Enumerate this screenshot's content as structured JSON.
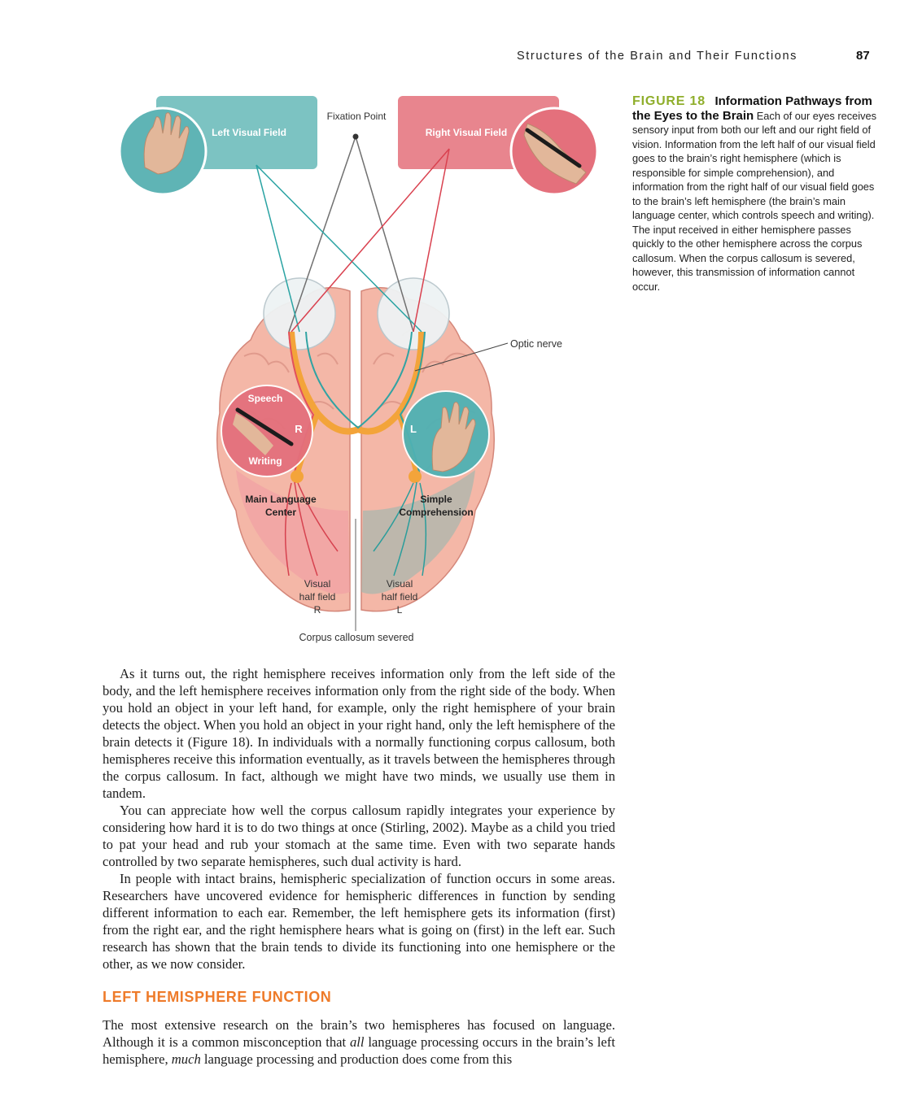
{
  "header": {
    "running_title": "Structures of the Brain and Their Functions",
    "page_number": "87"
  },
  "figure": {
    "left_field_label": "Left Visual Field",
    "right_field_label": "Right Visual Field",
    "fixation_label": "Fixation Point",
    "optic_nerve_label": "Optic nerve",
    "speech_label": "Speech",
    "writing_label": "Writing",
    "r_label": "R",
    "l_label": "L",
    "main_language_line1": "Main Language",
    "main_language_line2": "Center",
    "simple_comp_line1": "Simple",
    "simple_comp_line2": "Comprehension",
    "visual_r_line1": "Visual",
    "visual_r_line2": "half field",
    "visual_r_line3": "R",
    "visual_l_line1": "Visual",
    "visual_l_line2": "half field",
    "visual_l_line3": "L",
    "corpus_label": "Corpus callosum severed",
    "colors": {
      "teal": "#6bbcbc",
      "red": "#e77c86",
      "orange": "#f3a43a",
      "brain": "#f4b6a6"
    }
  },
  "caption": {
    "label": "FIGURE 18",
    "title": "Information Pathways from the Eyes to the Brain",
    "text": "Each of our eyes receives sensory input from both our left and our right field of vision. Information from the left half of our visual field goes to the brain’s right hemisphere (which is responsible for simple comprehension), and information from the right half of our visual field goes to the brain’s left hemisphere (the brain’s main language center, which controls speech and writing). The input received in either hemisphere passes quickly to the other hemisphere across the corpus callosum. When the corpus callosum is severed, however, this transmission of information cannot occur."
  },
  "body": {
    "p1": "As it turns out, the right hemisphere receives information only from the left side of the body, and the left hemisphere receives information only from the right side of the body. When you hold an object in your left hand, for example, only the right hemisphere of your brain detects the object. When you hold an object in your right hand, only the left hemisphere of the brain detects it (Figure 18). In individuals with a normally functioning corpus callosum, both hemispheres receive this information eventually, as it travels between the hemispheres through the corpus callosum. In fact, although we might have two minds, we usually use them in tandem.",
    "p2": "You can appreciate how well the corpus callosum rapidly integrates your experience by considering how hard it is to do two things at once (Stirling, 2002). Maybe as a child you tried to pat your head and rub your stomach at the same time. Even with two separate hands controlled by two separate hemispheres, such dual activity is hard.",
    "p3": "In people with intact brains, hemispheric specialization of function occurs in some areas. Researchers have uncovered evidence for hemispheric differences in function by sending different information to each ear. Remember, the left hemisphere gets its information (first) from the right ear, and the right hemisphere hears what is going on (first) in the left ear. Such research has shown that the brain tends to divide its functioning into one hemisphere or the other, as we now consider.",
    "section_heading": "LEFT HEMISPHERE FUNCTION",
    "p4_a": "The most extensive research on the brain’s two hemispheres has focused on language. Although it is a common misconception that ",
    "p4_em1": "all",
    "p4_b": " language processing occurs in the brain’s left hemisphere, ",
    "p4_em2": "much",
    "p4_c": " language processing and production does come from this"
  }
}
